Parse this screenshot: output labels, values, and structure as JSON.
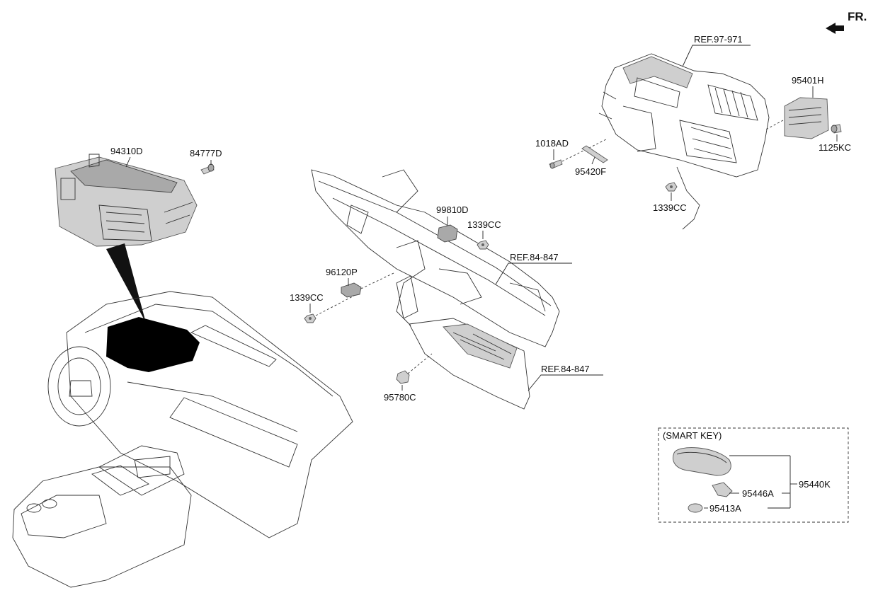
{
  "direction_indicator": {
    "label": "FR."
  },
  "references": {
    "hvac_ref": "REF.97-971",
    "crash_pad_ref_upper": "REF.84-847",
    "crash_pad_ref_lower": "REF.84-847"
  },
  "part_numbers": {
    "cluster": "94310D",
    "cluster_screw": "84777D",
    "hvac_screw": "1018AD",
    "hvac_bracket": "95420F",
    "hvac_nut": "1339CC",
    "hvac_module": "95401H",
    "hvac_bolt": "1125KC",
    "unit_99810d": "99810D",
    "unit_99810d_nut": "1339CC",
    "sensor_96120p": "96120P",
    "sensor_nut": "1339CC",
    "unit_95780c": "95780C"
  },
  "smart_key": {
    "title": "(SMART KEY)",
    "assembly": "95440K",
    "key_blade": "95446A",
    "battery": "95413A"
  },
  "colors": {
    "part_fill": "#cfcfcf",
    "part_dark": "#a9a9a9",
    "highlight": "#000000",
    "line": "#333333"
  }
}
